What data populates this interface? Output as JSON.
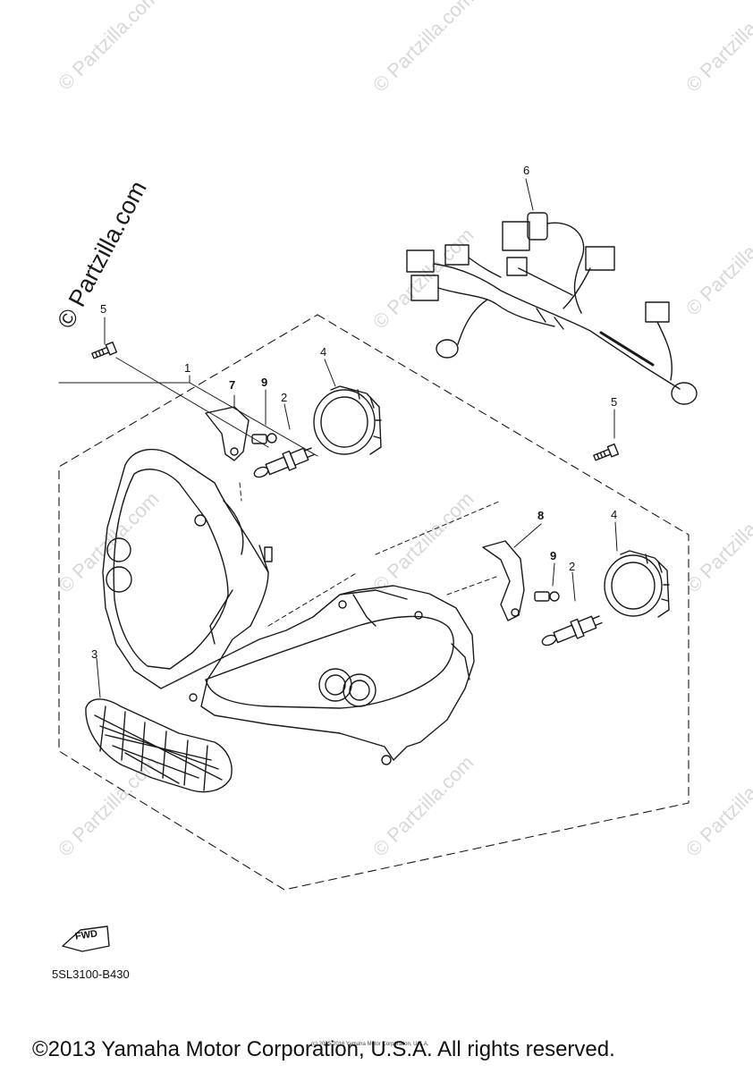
{
  "watermark": {
    "main": "© Partzilla.com",
    "repeat": "© Partzilla.com"
  },
  "callouts": [
    {
      "id": "1",
      "label": "1",
      "bold": false
    },
    {
      "id": "2a",
      "label": "2",
      "bold": false
    },
    {
      "id": "2b",
      "label": "2",
      "bold": false
    },
    {
      "id": "3",
      "label": "3",
      "bold": false
    },
    {
      "id": "4a",
      "label": "4",
      "bold": false
    },
    {
      "id": "4b",
      "label": "4",
      "bold": false
    },
    {
      "id": "5a",
      "label": "5",
      "bold": false
    },
    {
      "id": "5b",
      "label": "5",
      "bold": false
    },
    {
      "id": "6",
      "label": "6",
      "bold": false
    },
    {
      "id": "7",
      "label": "7",
      "bold": true
    },
    {
      "id": "8",
      "label": "8",
      "bold": true
    },
    {
      "id": "9a",
      "label": "9",
      "bold": true
    },
    {
      "id": "9b",
      "label": "9",
      "bold": true
    }
  ],
  "fwd_label": "FWD",
  "diagram_code": "5SL3100-B430",
  "tiny_copyright": "(c) 2005-2016 Yamaha Motor Corporation, U.S.A.",
  "footer": "©2013 Yamaha Motor Corporation, U.S.A. All rights reserved.",
  "colors": {
    "line": "#1a1a1a",
    "watermark": "#d8d8d8",
    "background": "#ffffff"
  }
}
